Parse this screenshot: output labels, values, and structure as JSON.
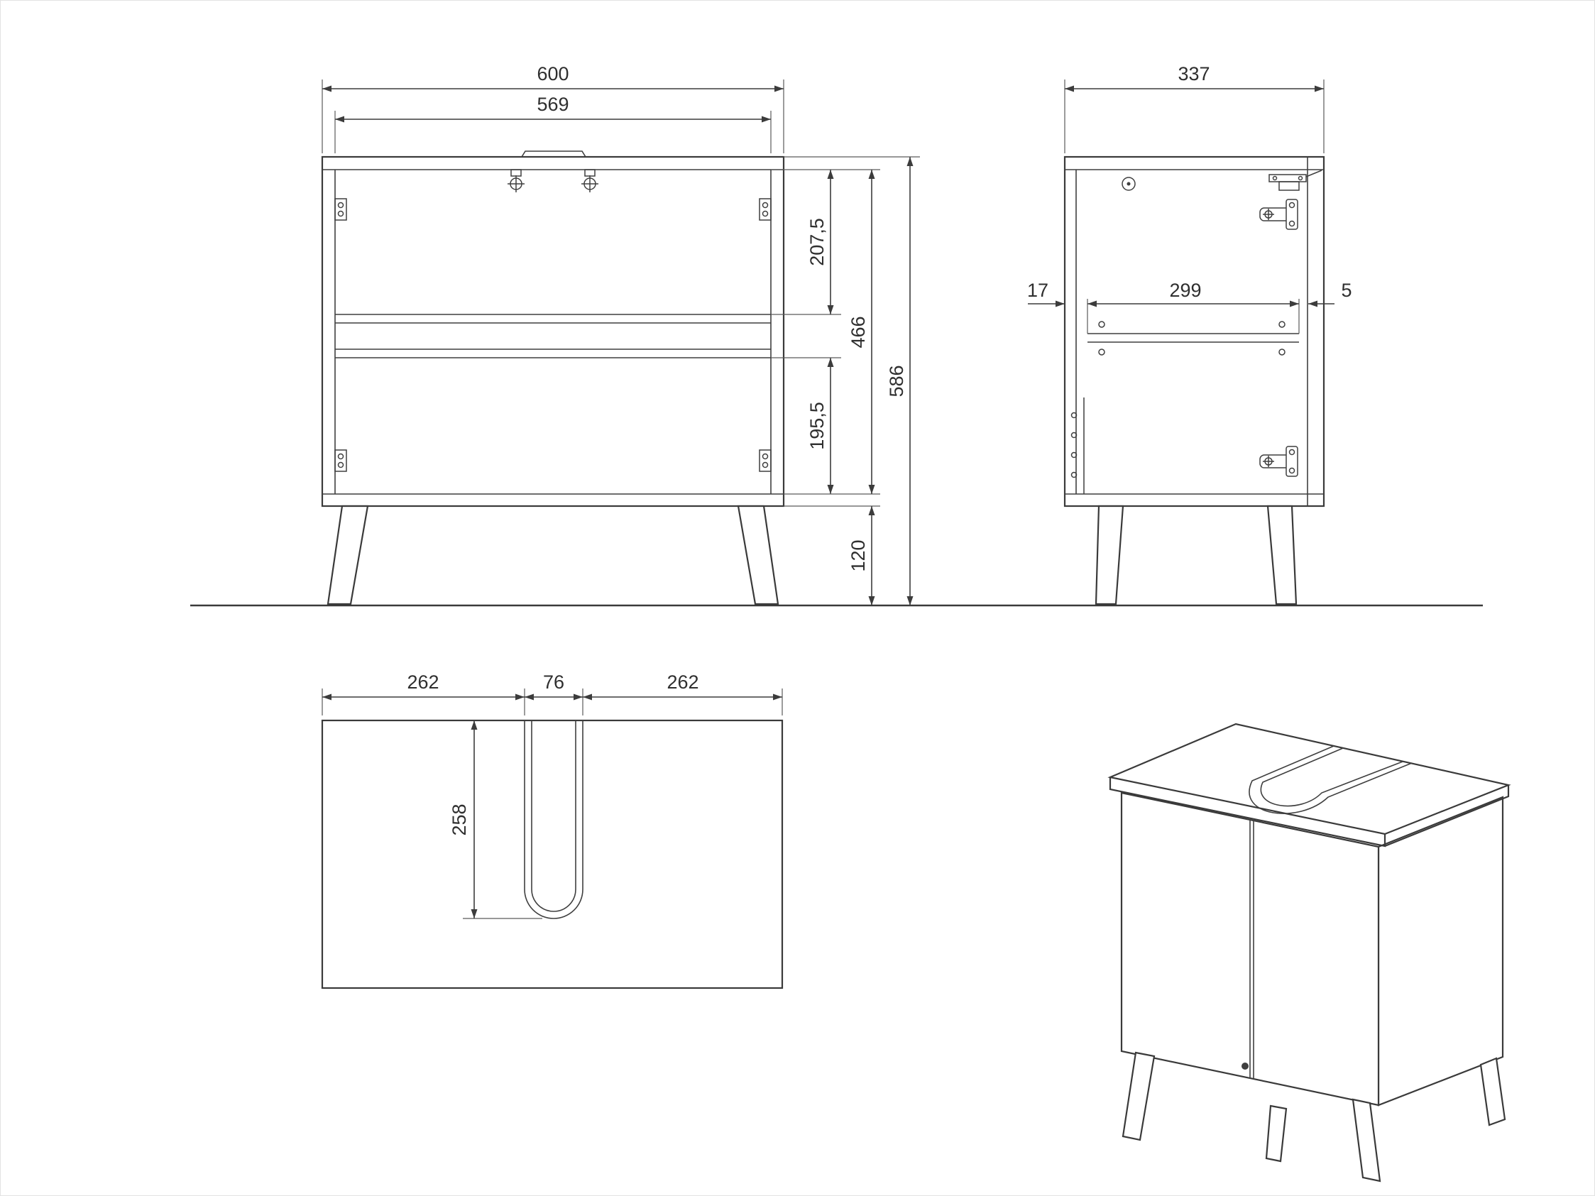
{
  "drawing": {
    "front_view": {
      "dims": {
        "overall_width": "600",
        "inner_width": "569",
        "upper_section_height": "207,5",
        "interior_height": "466",
        "total_height": "586",
        "lower_section_height": "195,5",
        "leg_height": "120"
      }
    },
    "side_view": {
      "dims": {
        "depth": "337",
        "shelf_back_offset": "17",
        "shelf_depth": "299",
        "shelf_front_offset": "5"
      }
    },
    "top_view": {
      "dims": {
        "left_to_cutout": "262",
        "cutout_width": "76",
        "cutout_to_right": "262",
        "cutout_depth": "258"
      }
    }
  }
}
